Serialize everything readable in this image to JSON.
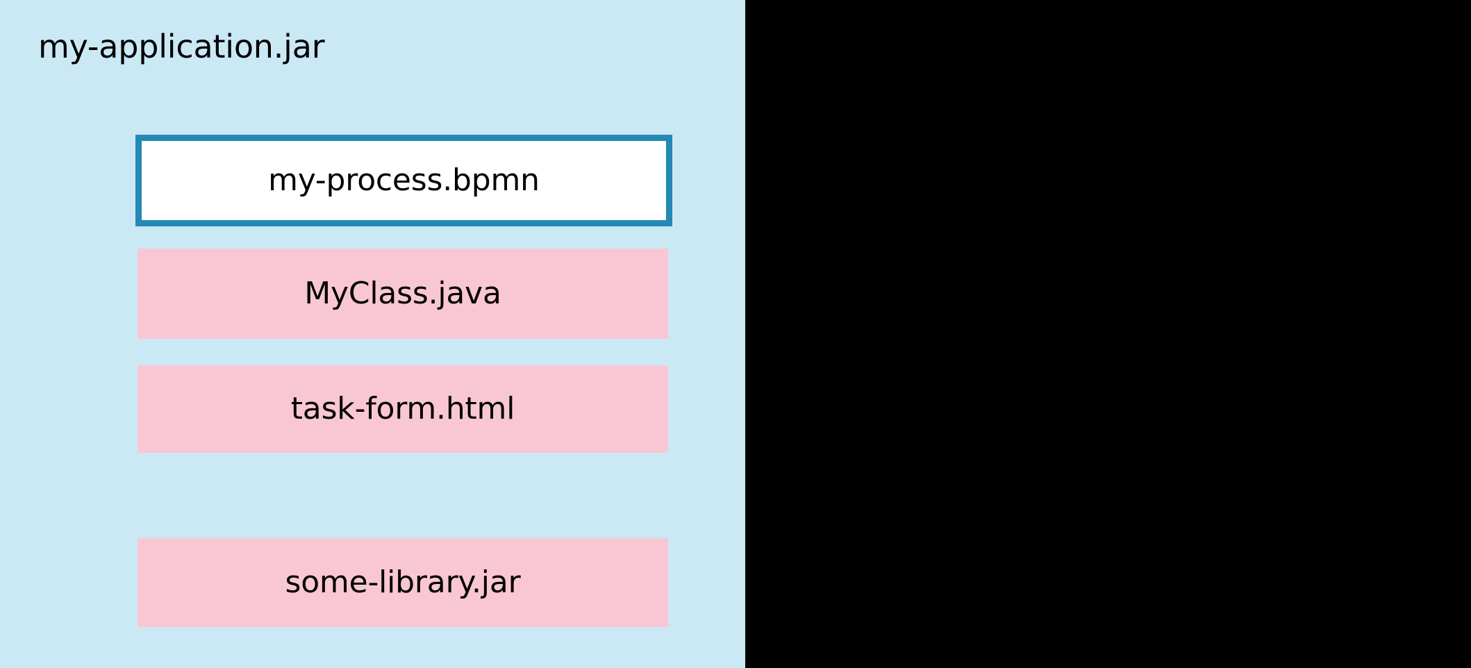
{
  "diagram": {
    "background_color": "#000000",
    "container": {
      "label": "my-application.jar",
      "fill_color": "#cbe8f5"
    },
    "artifacts": [
      {
        "label": "my-process.bpmn",
        "fill_color": "#ffffff",
        "border_color": "#2389b5",
        "style": "highlighted"
      },
      {
        "label": "MyClass.java",
        "fill_color": "#f9c7d4",
        "border_color": "",
        "style": "plain"
      },
      {
        "label": "task-form.html",
        "fill_color": "#f9c7d4",
        "border_color": "",
        "style": "plain"
      },
      {
        "label": "some-library.jar",
        "fill_color": "#f9c7d4",
        "border_color": "",
        "style": "plain"
      }
    ]
  }
}
